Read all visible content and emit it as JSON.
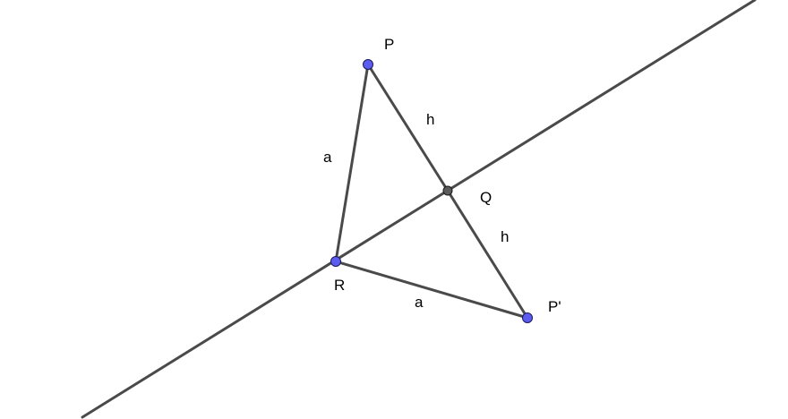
{
  "points": {
    "P": "P",
    "P_prime": "P'",
    "Q": "Q",
    "R": "R"
  },
  "lengths": {
    "a_upper": "a",
    "a_lower": "a",
    "h_upper": "h",
    "h_lower": "h"
  },
  "colors": {
    "line": "#4a4a4a",
    "point_fill": "#5c5cf0",
    "intersection_fill": "#5a5a5a",
    "background": "#ffffff"
  }
}
